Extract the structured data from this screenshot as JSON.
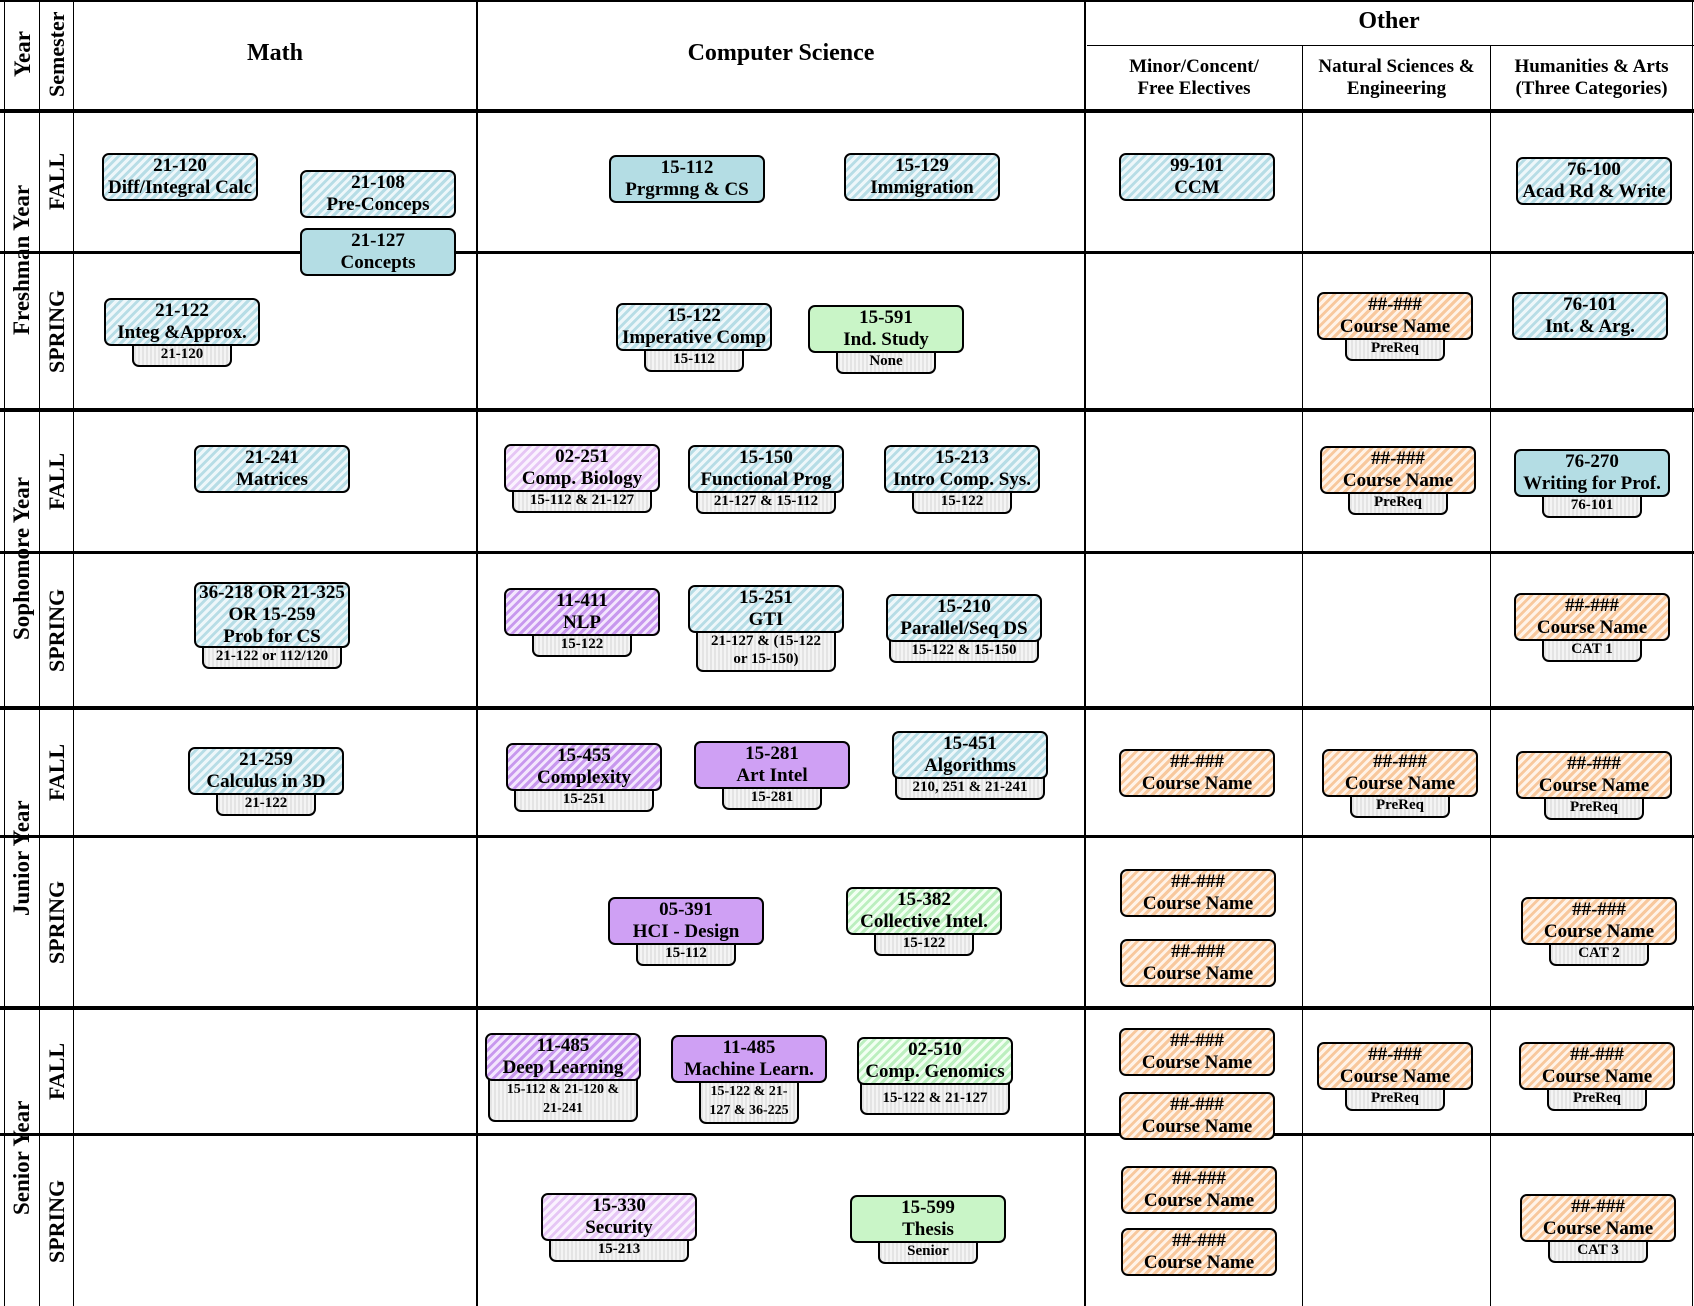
{
  "headers": {
    "year": "Year",
    "semester": "Semester",
    "math": "Math",
    "cs": "Computer Science",
    "other": "Other",
    "minor_line1": "Minor/Concent/",
    "minor_line2": "Free Electives",
    "natsci_line1": "Natural Sciences &",
    "natsci_line2": "Engineering",
    "hum_line1": "Humanities & Arts",
    "hum_line2": "(Three Categories)"
  },
  "years": [
    "Freshman Year",
    "Sophomore Year",
    "Junior Year",
    "Senior Year"
  ],
  "semesters": [
    "FALL",
    "SPRING",
    "FALL",
    "SPRING",
    "FALL",
    "SPRING",
    "FALL",
    "SPRING"
  ],
  "colors": {
    "teal": "#b4dde4",
    "green": "#c9f5c7",
    "orange": "#f8c89d",
    "purple": "#cfa0f4",
    "lilac": "#e6c6f5",
    "prereq_gray": "#e4e4e4"
  },
  "courses": [
    {
      "code": "21-120",
      "name": "Diff/Integral Calc",
      "prereq": ""
    },
    {
      "code": "21-108",
      "name": "Pre-Conceps",
      "prereq": ""
    },
    {
      "code": "21-127",
      "name": "Concepts",
      "prereq": ""
    },
    {
      "code": "15-112",
      "name": "Prgrmng & CS",
      "prereq": ""
    },
    {
      "code": "15-129",
      "name": "Immigration",
      "prereq": ""
    },
    {
      "code": "99-101",
      "name": "CCM",
      "prereq": ""
    },
    {
      "code": "76-100",
      "name": "Acad Rd & Write",
      "prereq": ""
    },
    {
      "code": "21-122",
      "name": "Integ &Approx.",
      "prereq": "21-120"
    },
    {
      "code": "15-122",
      "name": "Imperative Comp",
      "prereq": "15-112"
    },
    {
      "code": "15-591",
      "name": "Ind. Study",
      "prereq": "None"
    },
    {
      "code": "##-###",
      "name": "Course Name",
      "prereq": "PreReq"
    },
    {
      "code": "76-101",
      "name": "Int. & Arg.",
      "prereq": ""
    },
    {
      "code": "21-241",
      "name": "Matrices",
      "prereq": ""
    },
    {
      "code": "02-251",
      "name": "Comp. Biology",
      "prereq": "15-112 & 21-127"
    },
    {
      "code": "15-150",
      "name": "Functional Prog",
      "prereq": "21-127 & 15-112"
    },
    {
      "code": "15-213",
      "name": "Intro Comp. Sys.",
      "prereq": "15-122"
    },
    {
      "code": "##-###",
      "name": "Course Name",
      "prereq": "PreReq"
    },
    {
      "code": "76-270",
      "name": "Writing for Prof.",
      "prereq": "76-101"
    },
    {
      "code": "36-218 OR 21-325",
      "name": "OR 15-259",
      "name2": "Prob for CS",
      "prereq": "21-122 or 112/120"
    },
    {
      "code": "11-411",
      "name": "NLP",
      "prereq": "15-122"
    },
    {
      "code": "15-251",
      "name": "GTI",
      "prereq": "21-127 & (15-122",
      "prereq2": "or 15-150)"
    },
    {
      "code": "15-210",
      "name": "Parallel/Seq DS",
      "prereq": "15-122 & 15-150"
    },
    {
      "code": "##-###",
      "name": "Course Name",
      "prereq": "CAT 1"
    },
    {
      "code": "21-259",
      "name": "Calculus in 3D",
      "prereq": "21-122"
    },
    {
      "code": "15-455",
      "name": "Complexity",
      "prereq": "15-251"
    },
    {
      "code": "15-281",
      "name": "Art Intel",
      "prereq": "15-281"
    },
    {
      "code": "15-451",
      "name": "Algorithms",
      "prereq": "210, 251 & 21-241"
    },
    {
      "code": "##-###",
      "name": "Course Name",
      "prereq": ""
    },
    {
      "code": "##-###",
      "name": "Course Name",
      "prereq": "PreReq"
    },
    {
      "code": "##-###",
      "name": "Course Name",
      "prereq": "PreReq"
    },
    {
      "code": "05-391",
      "name": "HCI - Design",
      "prereq": "15-112"
    },
    {
      "code": "15-382",
      "name": "Collective Intel.",
      "prereq": "15-122"
    },
    {
      "code": "##-###",
      "name": "Course Name",
      "prereq": ""
    },
    {
      "code": "##-###",
      "name": "Course Name",
      "prereq": ""
    },
    {
      "code": "##-###",
      "name": "Course Name",
      "prereq": "CAT 2"
    },
    {
      "code": "11-485",
      "name": "Deep Learning",
      "prereq": "15-112 & 21-120 &",
      "prereq2": "21-241"
    },
    {
      "code": "11-485",
      "name": "Machine Learn.",
      "prereq": "15-122 & 21-",
      "prereq2": "127 & 36-225"
    },
    {
      "code": "02-510",
      "name": "Comp. Genomics",
      "prereq": "15-122 & 21-127"
    },
    {
      "code": "##-###",
      "name": "Course Name",
      "prereq": ""
    },
    {
      "code": "##-###",
      "name": "Course Name",
      "prereq": ""
    },
    {
      "code": "##-###",
      "name": "Course Name",
      "prereq": "PreReq"
    },
    {
      "code": "##-###",
      "name": "Course Name",
      "prereq": "PreReq"
    },
    {
      "code": "15-330",
      "name": "Security",
      "prereq": "15-213"
    },
    {
      "code": "15-599",
      "name": "Thesis",
      "prereq": "Senior"
    },
    {
      "code": "##-###",
      "name": "Course Name",
      "prereq": ""
    },
    {
      "code": "##-###",
      "name": "Course Name",
      "prereq": ""
    },
    {
      "code": "##-###",
      "name": "Course Name",
      "prereq": "CAT 3"
    }
  ]
}
